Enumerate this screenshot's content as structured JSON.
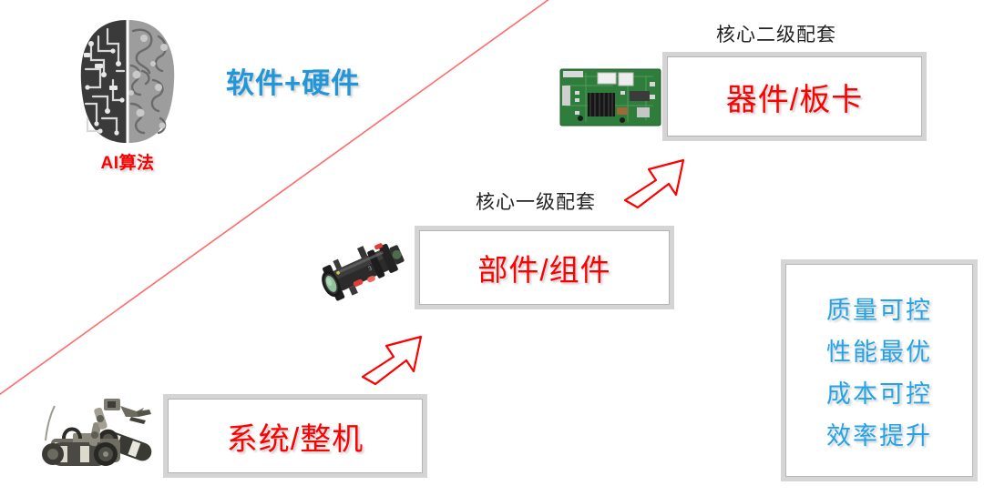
{
  "slide": {
    "background_color": "#ffffff",
    "divider_color": "#ff5a5a",
    "accent_red": "#ff0000",
    "accent_blue": "#2196d9",
    "box_border_color": "#b3b3b3",
    "box_outline_color": "#d4d4d4"
  },
  "ai_block": {
    "icon_name": "brain-circuit-icon",
    "label": "AI算法",
    "heading": "软件+硬件"
  },
  "tiers": [
    {
      "key": "system",
      "caption": "",
      "box_label": "系统/整机",
      "image_name": "tracked-robot-image"
    },
    {
      "key": "component",
      "caption": "核心一级配套",
      "box_label": "部件/组件",
      "image_name": "optical-lens-module-image"
    },
    {
      "key": "device",
      "caption": "核心二级配套",
      "box_label": "器件/板卡",
      "image_name": "circuit-board-image"
    }
  ],
  "benefits": {
    "items": [
      "质量可控",
      "性能最优",
      "成本可控",
      "效率提升"
    ]
  },
  "arrows": [
    {
      "name": "arrow-system-to-component",
      "direction": "up-right",
      "color": "#ff0000"
    },
    {
      "name": "arrow-component-to-device",
      "direction": "up-right",
      "color": "#ff0000"
    }
  ]
}
